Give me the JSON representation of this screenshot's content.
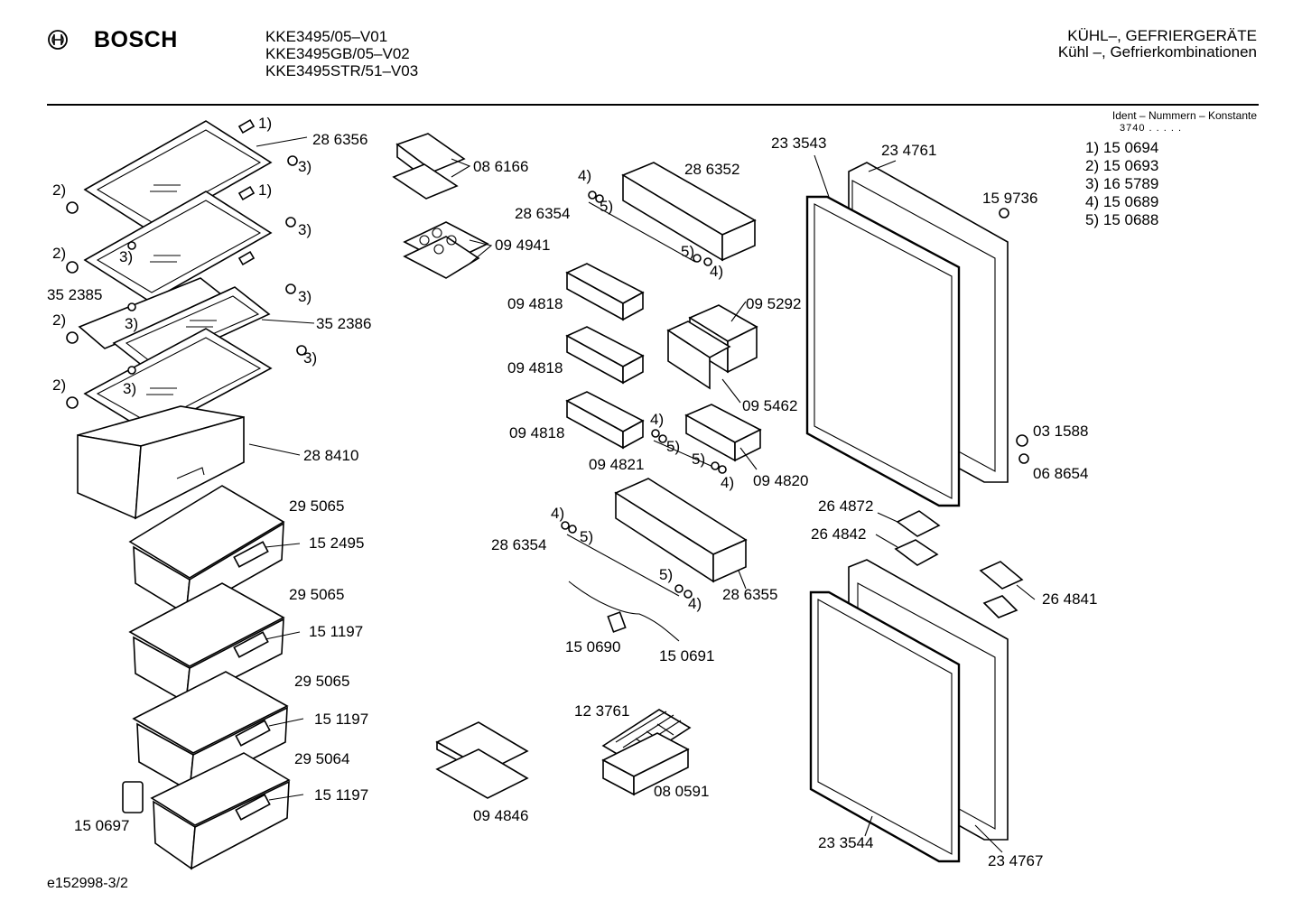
{
  "header": {
    "brand": "BOSCH",
    "models": [
      "KKE3495/05–V01",
      "KKE3495GB/05–V02",
      "KKE3495STR/51–V03"
    ],
    "category_line1": "KÜHL–, GEFRIERGERÄTE",
    "category_line2": "Kühl –, Gefrierkombinationen",
    "ident_heading": "Ident – Nummern – Konstante",
    "ident_value": "3740 . . . . ."
  },
  "legend": [
    {
      "key": "1)",
      "value": "15 0694"
    },
    {
      "key": "2)",
      "value": "15 0693"
    },
    {
      "key": "3)",
      "value": "16 5789"
    },
    {
      "key": "4)",
      "value": "15 0689"
    },
    {
      "key": "5)",
      "value": "15 0688"
    }
  ],
  "labels": [
    "1)",
    "28 6356",
    "3)",
    "2)",
    "1)",
    "3)",
    "2)",
    "3)",
    "35 2385",
    "3)",
    "2)",
    "3)",
    "35 2386",
    "3)",
    "2)",
    "3)",
    "28 8410",
    "29 5065",
    "15 2495",
    "29 5065",
    "15 1197",
    "29 5065",
    "15 1197",
    "29 5064",
    "15 1197",
    "15 0697",
    "08 6166",
    "09 4941",
    "4)",
    "28 6352",
    "28 6354",
    "5)",
    "5)",
    "4)",
    "09 4818",
    "09 5292",
    "09 4818",
    "09 5462",
    "09 4818",
    "4)",
    "5)",
    "09 4821",
    "5)",
    "4)",
    "09 4820",
    "4)",
    "5)",
    "28 6354",
    "5)",
    "4)",
    "28 6355",
    "15 0690",
    "15 0691",
    "12 3761",
    "08 0591",
    "09 4846",
    "23 3543",
    "23 4761",
    "15 9736",
    "03 1588",
    "06 8654",
    "26 4872",
    "26 4842",
    "26 4841",
    "23 3544",
    "23 4767"
  ],
  "footer": {
    "code": "e152998-3/2"
  }
}
